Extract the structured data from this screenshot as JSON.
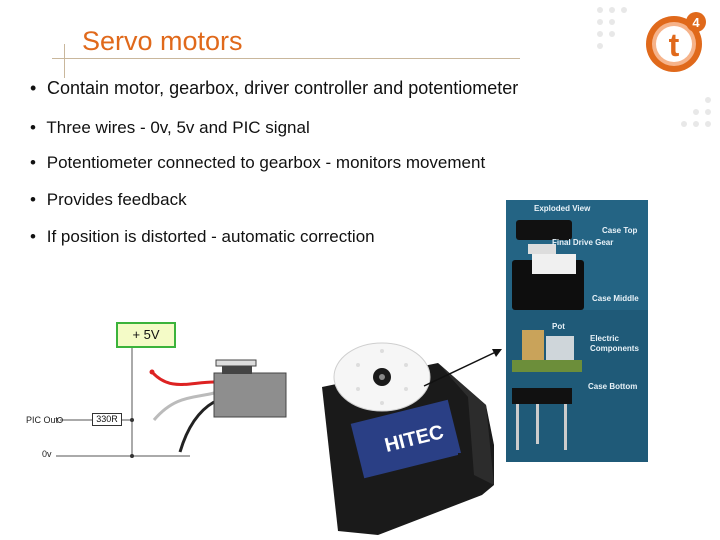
{
  "slide": {
    "title": "Servo motors",
    "bullets": [
      "Contain motor, gearbox, driver controller and potentiometer",
      "Three wires - 0v, 5v and PIC signal",
      "Potentiometer connected to gearbox - monitors movement",
      "Provides feedback",
      "If position is distorted - automatic correction"
    ],
    "bullet_symbol": "•"
  },
  "logo": {
    "text": "t",
    "superscript": "4",
    "color": "#e0691b"
  },
  "exploded_view": {
    "labels": [
      "Exploded View",
      "Case Top",
      "Final Drive Gear",
      "Case Middle",
      "Pot",
      "Electric Components",
      "Case Bottom"
    ]
  },
  "circuit": {
    "supply_label": "+ 5V",
    "resistor_label": "330R",
    "pic_label": "PIC Out",
    "ground_label": "0v"
  },
  "servo_photo": {
    "brand": "HITEC"
  },
  "colors": {
    "title": "#e0691b",
    "accent_green": "#3bb33b",
    "panel_blue": "#1f5a78"
  }
}
